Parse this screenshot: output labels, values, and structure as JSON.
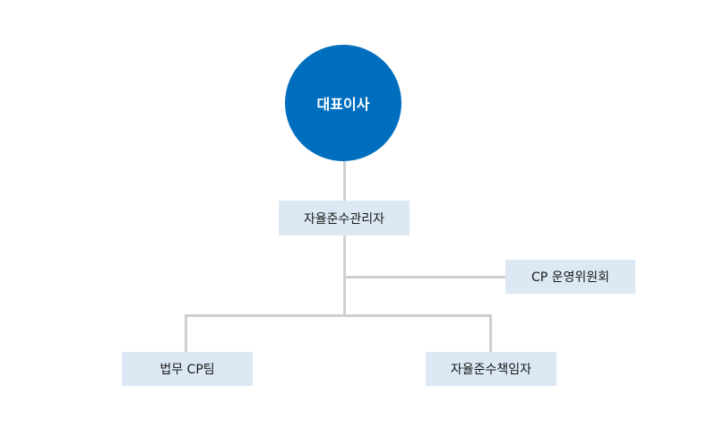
{
  "nodes": {
    "ceo": "대표이사",
    "compliance_manager": "자율준수관리자",
    "cp_committee": "CP 운영위원회",
    "legal_cp_team": "법무 CP팀",
    "compliance_officer": "자율준수책임자"
  },
  "colors": {
    "circle_fill": "#006ebf",
    "box_fill": "#dce9f4",
    "connector": "#cfcfcf"
  }
}
